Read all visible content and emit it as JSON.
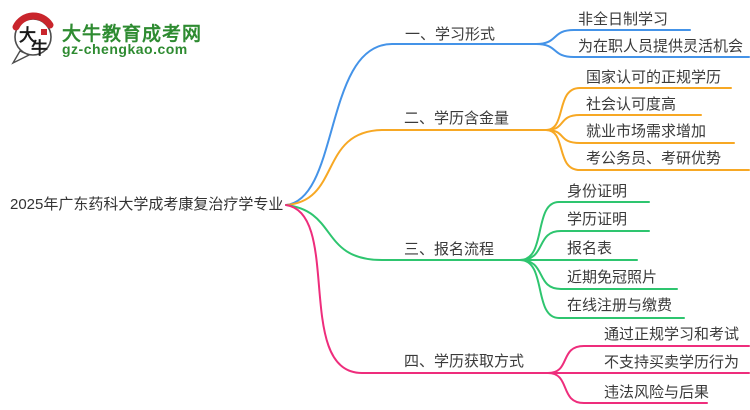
{
  "site": {
    "name": "大牛教育成考网",
    "domain": "gz-chengkao.com",
    "logo_char_1": "大",
    "logo_char_2": "牛"
  },
  "central": {
    "label": "2025年广东药科大学成考康复治疗学专业"
  },
  "branches": [
    {
      "label": "一、学习形式",
      "color": "#4493E8",
      "children": [
        "非全日制学习",
        "为在职人员提供灵活机会"
      ]
    },
    {
      "label": "二、学历含金量",
      "color": "#F7A824",
      "children": [
        "国家认可的正规学历",
        "社会认可度高",
        "就业市场需求增加",
        "考公务员、考研优势"
      ]
    },
    {
      "label": "三、报名流程",
      "color": "#2EC56F",
      "children": [
        "身份证明",
        "学历证明",
        "报名表",
        "近期免冠照片",
        "在线注册与缴费"
      ]
    },
    {
      "label": "四、学历获取方式",
      "color": "#EE2D7C",
      "children": [
        "通过正规学习和考试",
        "不支持买卖学历行为",
        "违法风险与后果"
      ]
    }
  ],
  "colors": {
    "text": "#3A3A3A",
    "logo_green": "#2E8B31",
    "logo_red": "#C9252C"
  }
}
